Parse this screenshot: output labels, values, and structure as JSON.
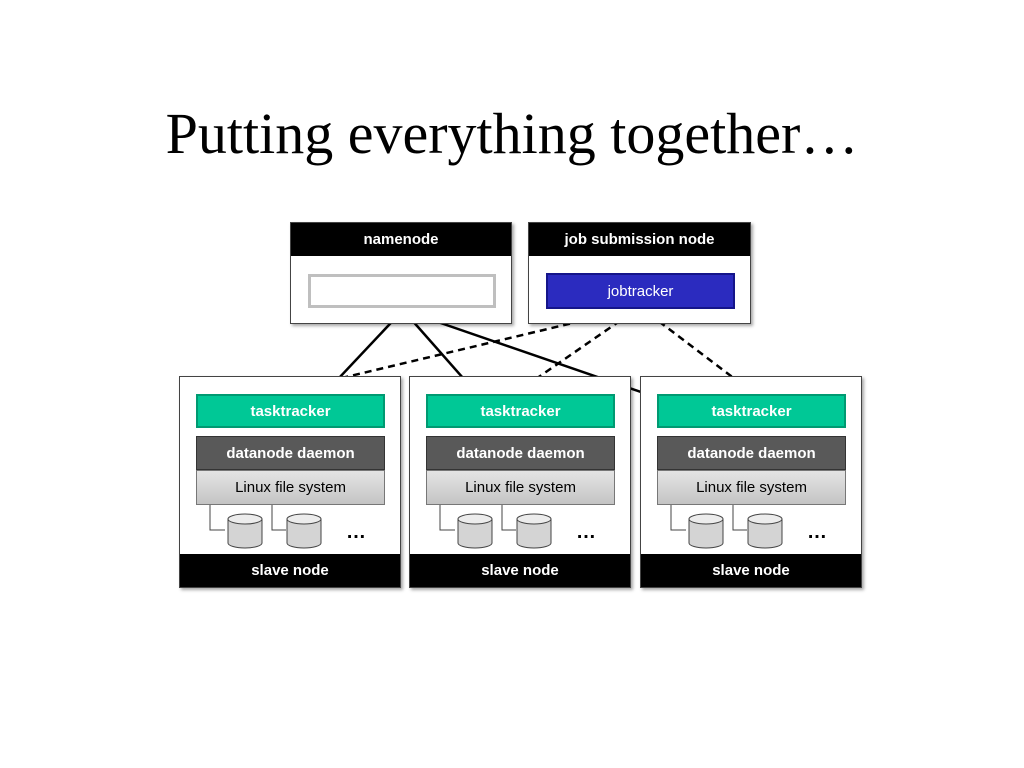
{
  "title": "Putting everything together…",
  "namenode": {
    "label": "namenode"
  },
  "job_submission": {
    "label": "job submission node",
    "jobtracker": "jobtracker"
  },
  "slaves": [
    {
      "tasktracker": "tasktracker",
      "daemon": "datanode daemon",
      "fs": "Linux file system",
      "ellipsis": "…",
      "footer": "slave node"
    },
    {
      "tasktracker": "tasktracker",
      "daemon": "datanode daemon",
      "fs": "Linux file system",
      "ellipsis": "…",
      "footer": "slave node"
    },
    {
      "tasktracker": "tasktracker",
      "daemon": "datanode daemon",
      "fs": "Linux file system",
      "ellipsis": "…",
      "footer": "slave node"
    }
  ],
  "colors": {
    "tasktracker": "#00c896",
    "jobtracker": "#2b2bbf",
    "daemon": "#595959",
    "header": "#000000"
  }
}
